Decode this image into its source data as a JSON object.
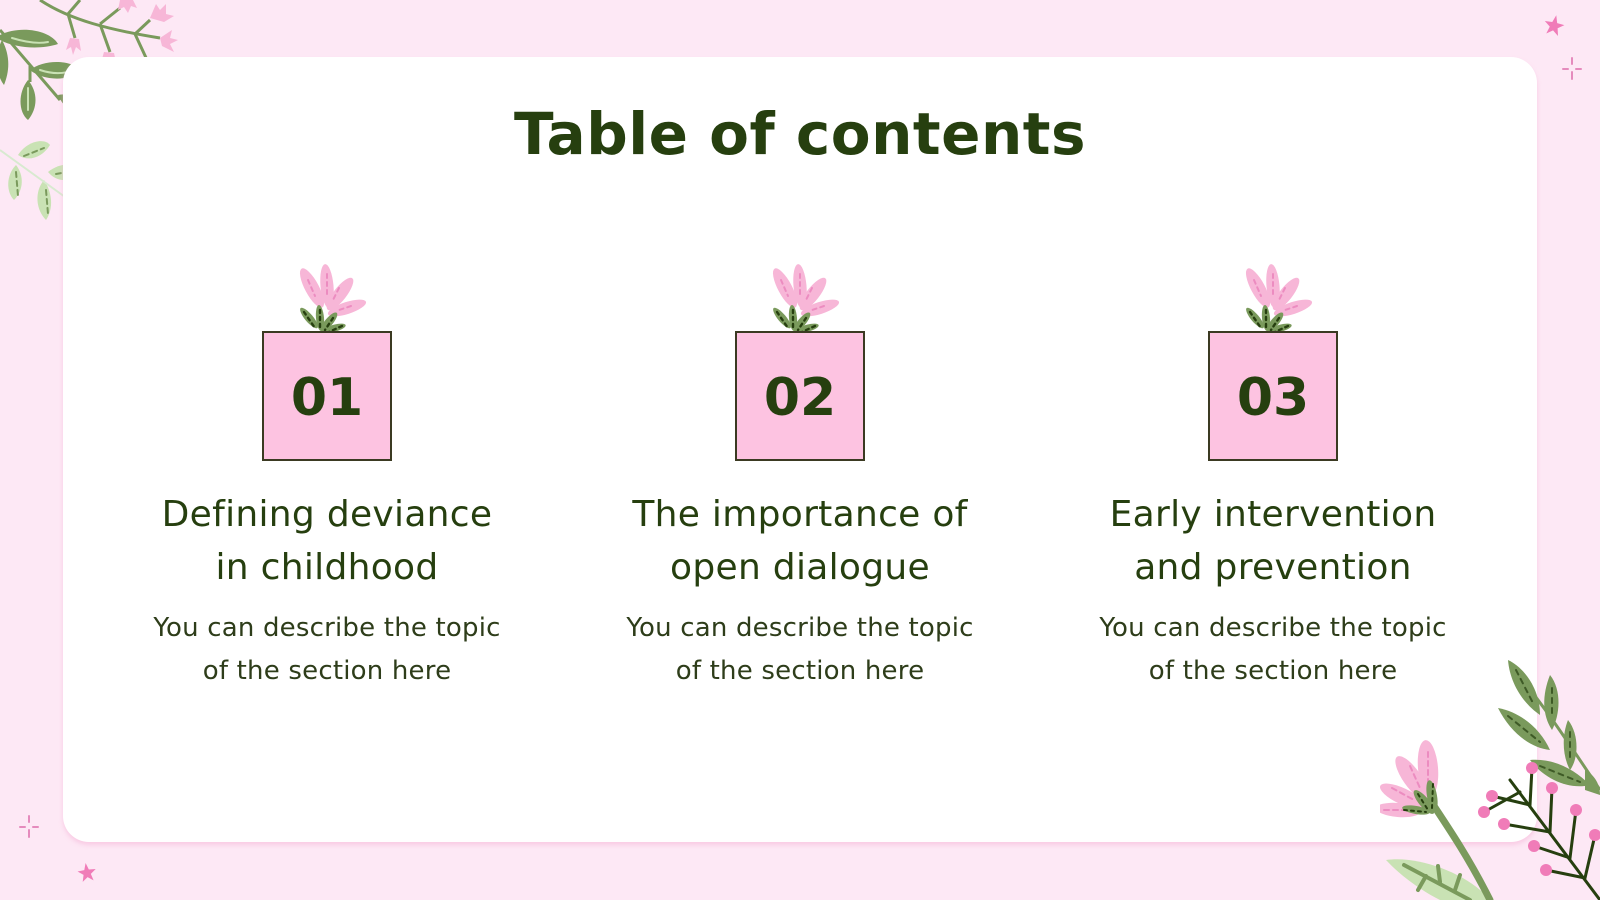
{
  "slide": {
    "title": "Table of contents",
    "colors": {
      "background": "#fde8f5",
      "card": "#ffffff",
      "text": "#263f0f",
      "number_box": "#fdc3e1",
      "number_box_border": "#3b3a22",
      "leaf_dark": "#7a9a5c",
      "leaf_light": "#c9e2b4",
      "petal": "#f7b6d7",
      "accent_pink": "#f07cb8"
    },
    "sections": [
      {
        "number": "01",
        "heading_line1": "Defining deviance",
        "heading_line2": "in childhood",
        "desc_line1": "You can describe the topic",
        "desc_line2": "of the section here",
        "icon": "flower-icon"
      },
      {
        "number": "02",
        "heading_line1": "The importance of",
        "heading_line2": "open dialogue",
        "desc_line1": "You can describe the topic",
        "desc_line2": "of the section here",
        "icon": "flower-icon"
      },
      {
        "number": "03",
        "heading_line1": "Early intervention",
        "heading_line2": "and prevention",
        "desc_line1": "You can describe the topic",
        "desc_line2": "of the section here",
        "icon": "flower-icon"
      }
    ],
    "decorations": [
      "leaf-branch-top-left",
      "pink-flower-sprig-top-left",
      "pink-star-top-right",
      "sparkle-top-right",
      "sparkle-bottom-left",
      "pink-star-bottom-left",
      "floral-bouquet-bottom-right"
    ]
  }
}
